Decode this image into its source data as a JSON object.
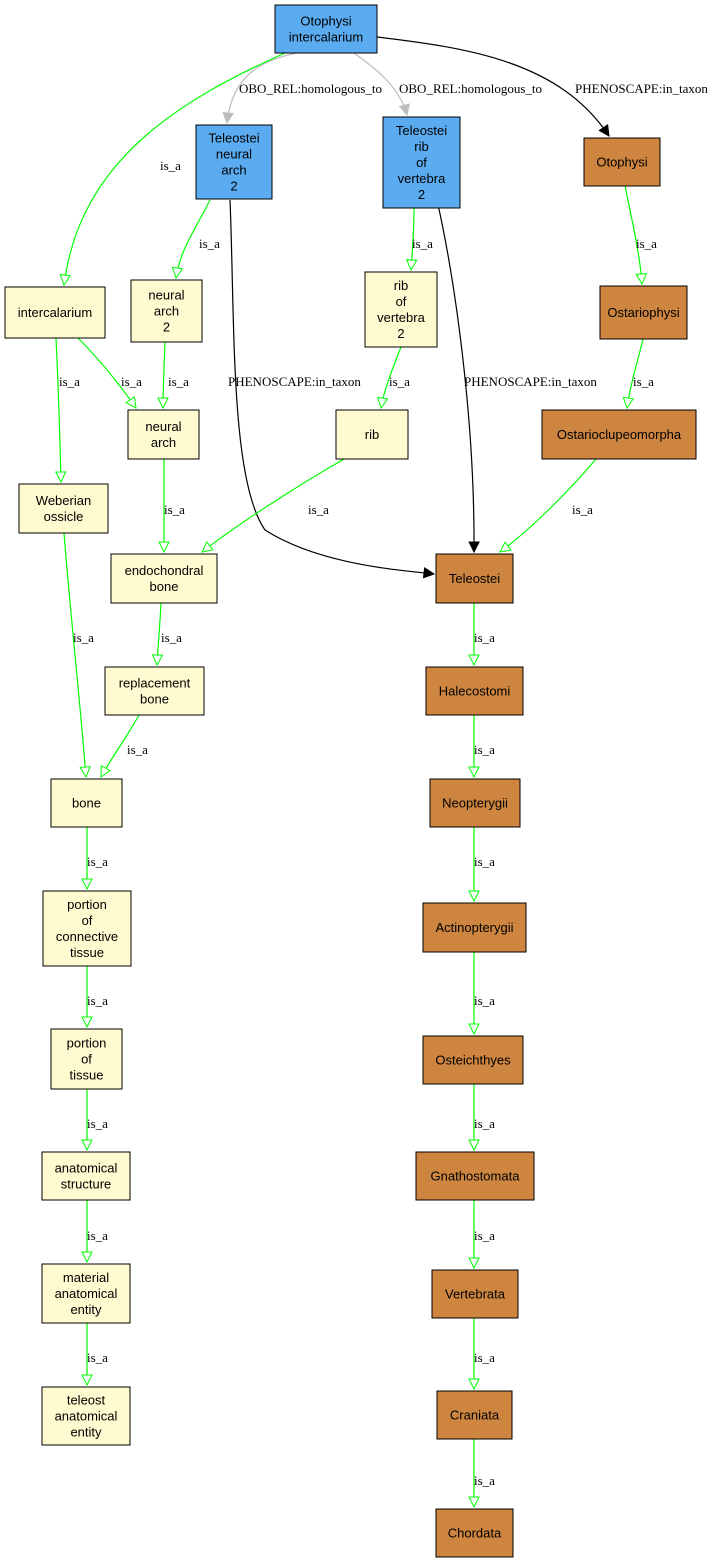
{
  "colors": {
    "query": "#5aabf0",
    "anatomy": "#fffad0",
    "taxon": "#cd853f",
    "is_a": "#00ff00",
    "homologous": "#bdbdbd",
    "in_taxon": "#000000"
  },
  "nodes": {
    "otophysi_intercalarium": [
      "Otophysi",
      "intercalarium"
    ],
    "teleostei_neural_arch_2": [
      "Teleostei",
      "neural",
      "arch",
      "2"
    ],
    "teleostei_rib_of_vertebra_2": [
      "Teleostei",
      "rib",
      "of",
      "vertebra",
      "2"
    ],
    "otophysi": [
      "Otophysi"
    ],
    "intercalarium": [
      "intercalarium"
    ],
    "neural_arch_2": [
      "neural",
      "arch",
      "2"
    ],
    "rib_of_vertebra_2": [
      "rib",
      "of",
      "vertebra",
      "2"
    ],
    "ostariophysi": [
      "Ostariophysi"
    ],
    "neural_arch": [
      "neural",
      "arch"
    ],
    "rib": [
      "rib"
    ],
    "ostarioclupeomorpha": [
      "Ostarioclupeomorpha"
    ],
    "weberian_ossicle": [
      "Weberian",
      "ossicle"
    ],
    "endochondral_bone": [
      "endochondral",
      "bone"
    ],
    "teleostei": [
      "Teleostei"
    ],
    "replacement_bone": [
      "replacement",
      "bone"
    ],
    "halecostomi": [
      "Halecostomi"
    ],
    "bone": [
      "bone"
    ],
    "neopterygii": [
      "Neopterygii"
    ],
    "portion_of_connective_tissue": [
      "portion",
      "of",
      "connective",
      "tissue"
    ],
    "actinopterygii": [
      "Actinopterygii"
    ],
    "portion_of_tissue": [
      "portion",
      "of",
      "tissue"
    ],
    "osteichthyes": [
      "Osteichthyes"
    ],
    "anatomical_structure": [
      "anatomical",
      "structure"
    ],
    "gnathostomata": [
      "Gnathostomata"
    ],
    "material_anatomical_entity": [
      "material",
      "anatomical",
      "entity"
    ],
    "vertebrata": [
      "Vertebrata"
    ],
    "teleost_anatomical_entity": [
      "teleost",
      "anatomical",
      "entity"
    ],
    "craniata": [
      "Craniata"
    ],
    "chordata": [
      "Chordata"
    ]
  },
  "edge_labels": {
    "is_a": "is_a",
    "homologous_to": "OBO_REL:homologous_to",
    "in_taxon": "PHENOSCAPE:in_taxon"
  }
}
